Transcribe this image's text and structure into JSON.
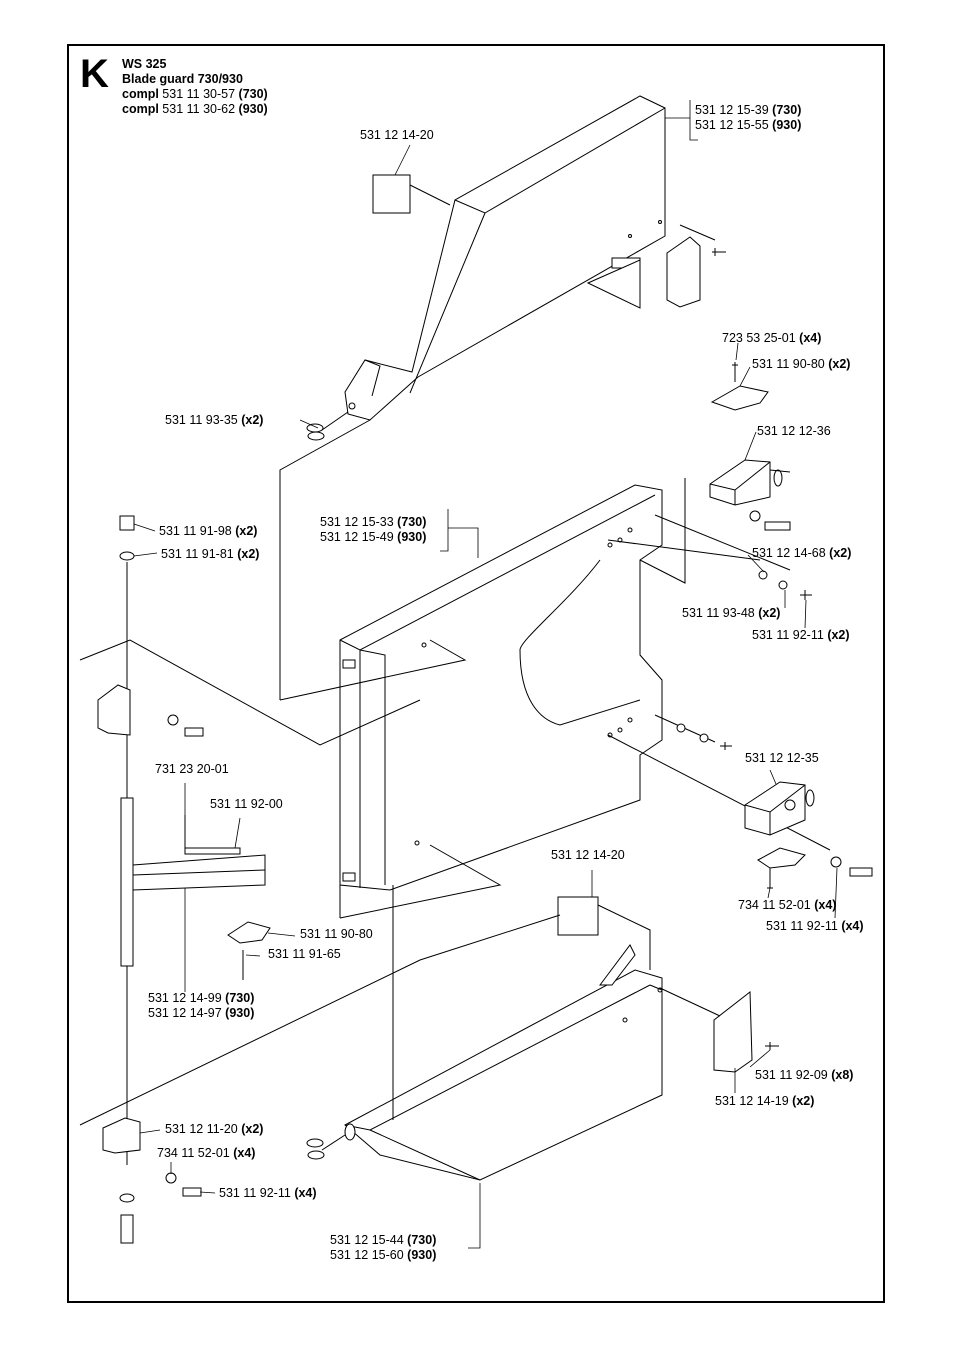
{
  "header": {
    "letter": "K",
    "model": "WS 325",
    "title": "Blade guard 730/930",
    "compl_word": "compl",
    "compl": [
      {
        "part": "531 11 30-57",
        "variant": "(730)"
      },
      {
        "part": "531 11 30-62",
        "variant": "(930)"
      }
    ]
  },
  "labels": [
    {
      "id": "top-guard",
      "lines": [
        {
          "part": "531 12 15-39",
          "qty": "(730)"
        },
        {
          "part": "531 12 15-55",
          "qty": "(930)"
        }
      ]
    },
    {
      "id": "top-plate",
      "lines": [
        {
          "part": "531 12 14-20",
          "qty": ""
        }
      ]
    },
    {
      "id": "screw-723",
      "lines": [
        {
          "part": "723 53 25-01",
          "qty": "(x4)"
        }
      ]
    },
    {
      "id": "latch-top",
      "lines": [
        {
          "part": "531 11 90-80",
          "qty": "(x2)"
        }
      ]
    },
    {
      "id": "wing-nut-top",
      "lines": [
        {
          "part": "531 11 93-35",
          "qty": "(x2)"
        }
      ]
    },
    {
      "id": "bracket-1236",
      "lines": [
        {
          "part": "531 12 12-36",
          "qty": ""
        }
      ]
    },
    {
      "id": "bolt-top-left",
      "lines": [
        {
          "part": "531 11 91-98",
          "qty": "(x2)"
        }
      ]
    },
    {
      "id": "washer-top-left",
      "lines": [
        {
          "part": "531 11 91-81",
          "qty": "(x2)"
        }
      ]
    },
    {
      "id": "mid-guard",
      "lines": [
        {
          "part": "531 12 15-33",
          "qty": "(730)"
        },
        {
          "part": "531 12 15-49",
          "qty": "(930)"
        }
      ]
    },
    {
      "id": "washer-1468",
      "lines": [
        {
          "part": "531 12 14-68",
          "qty": "(x2)"
        }
      ]
    },
    {
      "id": "nut-9348",
      "lines": [
        {
          "part": "531 11 93-48",
          "qty": "(x2)"
        }
      ]
    },
    {
      "id": "screw-9211-top",
      "lines": [
        {
          "part": "531 11 92-11",
          "qty": "(x2)"
        }
      ]
    },
    {
      "id": "pin-731",
      "lines": [
        {
          "part": "731 23 20-01",
          "qty": ""
        }
      ]
    },
    {
      "id": "screw-9200",
      "lines": [
        {
          "part": "531 11 92-00",
          "qty": ""
        }
      ]
    },
    {
      "id": "bracket-1235",
      "lines": [
        {
          "part": "531 12 12-35",
          "qty": ""
        }
      ]
    },
    {
      "id": "bottom-plate",
      "lines": [
        {
          "part": "531 12 14-20",
          "qty": ""
        }
      ]
    },
    {
      "id": "latch-mid",
      "lines": [
        {
          "part": "531 11 90-80",
          "qty": ""
        }
      ]
    },
    {
      "id": "rivet-9165",
      "lines": [
        {
          "part": "531 11 91-65",
          "qty": ""
        }
      ]
    },
    {
      "id": "washer-734-right",
      "lines": [
        {
          "part": "734 11 52-01",
          "qty": "(x4)"
        }
      ]
    },
    {
      "id": "screw-9211-right",
      "lines": [
        {
          "part": "531 11 92-11",
          "qty": "(x4)"
        }
      ]
    },
    {
      "id": "arm-1499",
      "lines": [
        {
          "part": "531 12 14-99",
          "qty": "(730)"
        },
        {
          "part": "531 12 14-97",
          "qty": "(930)"
        }
      ]
    },
    {
      "id": "screw-9209",
      "lines": [
        {
          "part": "531 11 92-09",
          "qty": "(x8)"
        }
      ]
    },
    {
      "id": "side-plate-1419",
      "lines": [
        {
          "part": "531 12 14-19",
          "qty": "(x2)"
        }
      ]
    },
    {
      "id": "bracket-1120",
      "lines": [
        {
          "part": "531 12 11-20",
          "qty": "(x2)"
        }
      ]
    },
    {
      "id": "washer-734-left",
      "lines": [
        {
          "part": "734 11 52-01",
          "qty": "(x4)"
        }
      ]
    },
    {
      "id": "screw-9211-left",
      "lines": [
        {
          "part": "531 11 92-11",
          "qty": "(x4)"
        }
      ]
    },
    {
      "id": "bottom-guard",
      "lines": [
        {
          "part": "531 12 15-44",
          "qty": "(730)"
        },
        {
          "part": "531 12 15-60",
          "qty": "(930)"
        }
      ]
    }
  ]
}
